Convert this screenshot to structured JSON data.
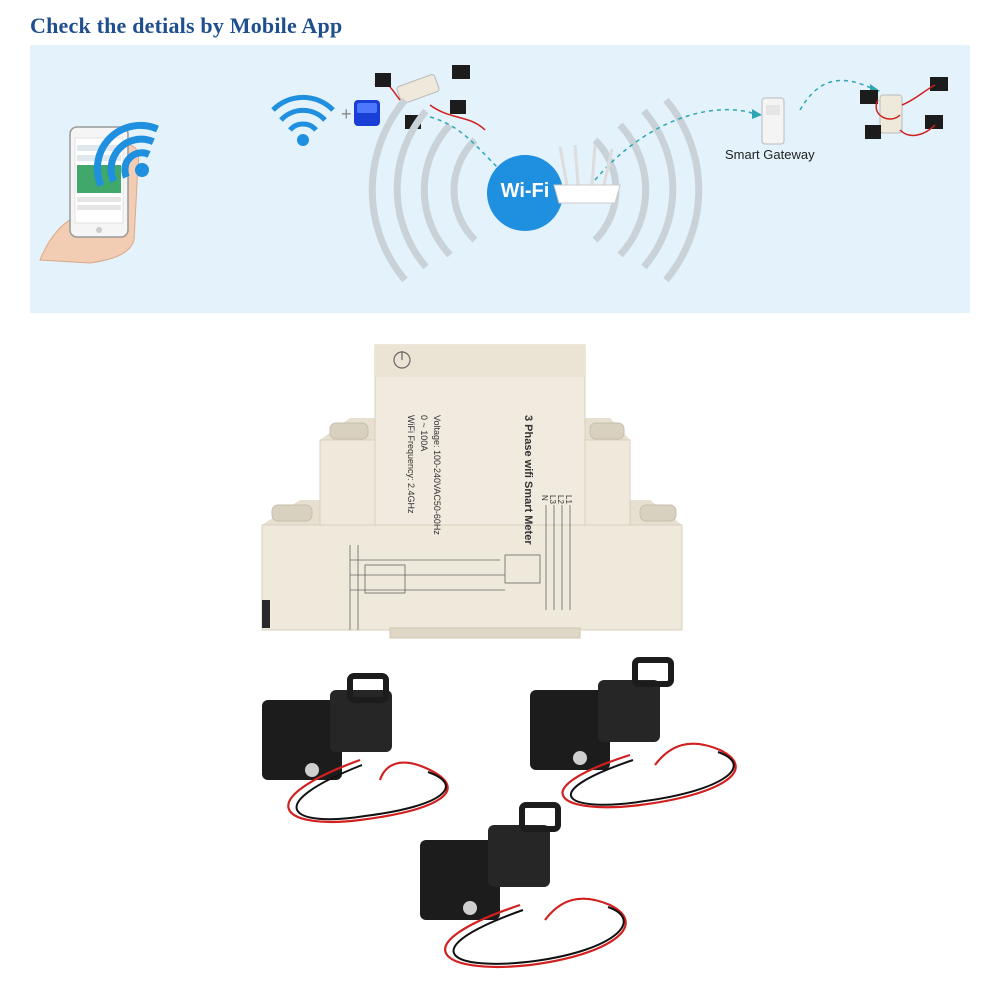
{
  "heading": "Check the detials by Mobile App",
  "banner": {
    "wifi_badge": "Wi-Fi",
    "gateway_label": "Smart Gateway"
  },
  "meter": {
    "title": "3 Phase wifi Smart Meter",
    "voltage": "Voltage: 100-240VAC50-60Hz",
    "current": "0 ~ 100A",
    "frequency": "WiFi Frequency: 2.4GHz",
    "terminals": [
      "L1",
      "L2",
      "L3",
      "N"
    ]
  },
  "colors": {
    "heading": "#1f4f8f",
    "banner_bg": "#e3f2fb",
    "wifi_blue": "#1f8fe0",
    "meter_body": "#efe9dc",
    "sensor_black": "#1c1c1c",
    "wire_red": "#d22020"
  }
}
